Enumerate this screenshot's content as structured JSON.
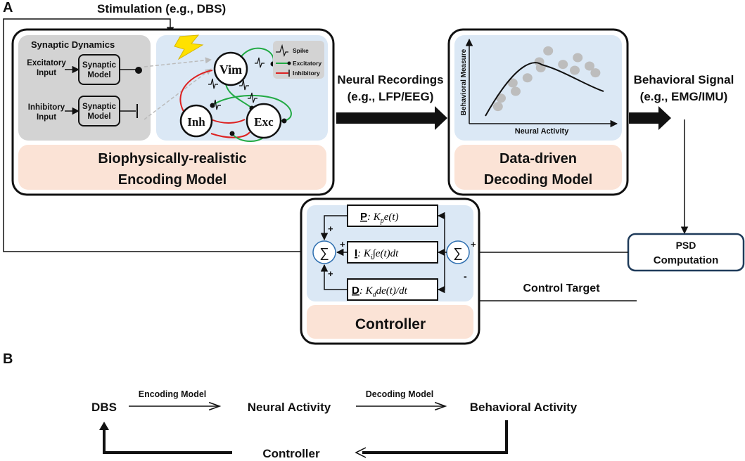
{
  "panel_a": {
    "label": "A",
    "stimulation": "Stimulation (e.g., DBS)",
    "encoding_model": {
      "title_line1": "Biophysically-realistic",
      "title_line2": "Encoding Model",
      "synaptic": {
        "title": "Synaptic Dynamics",
        "excitatory_input": [
          "Excitatory",
          "Input"
        ],
        "inhibitory_input": [
          "Inhibitory",
          "Input"
        ],
        "synaptic_model": [
          "Synaptic",
          "Model"
        ]
      },
      "neurons": {
        "vim": "Vim",
        "inh": "Inh",
        "exc": "Exc"
      },
      "legend": {
        "spike": "Spike",
        "excitatory": "Excitatory",
        "inhibitory": "Inhibitory"
      }
    },
    "neural_recordings": [
      "Neural Recordings",
      "(e.g., LFP/EEG)"
    ],
    "decoding_model": {
      "title_line1": "Data-driven",
      "title_line2": "Decoding Model",
      "y_axis": "Behavioral Measure",
      "x_axis": "Neural Activity",
      "scatter_points": [
        {
          "x": 0.28,
          "y": 0.12
        },
        {
          "x": 0.3,
          "y": 0.22
        },
        {
          "x": 0.38,
          "y": 0.4
        },
        {
          "x": 0.4,
          "y": 0.3
        },
        {
          "x": 0.48,
          "y": 0.46
        },
        {
          "x": 0.56,
          "y": 0.65
        },
        {
          "x": 0.57,
          "y": 0.58
        },
        {
          "x": 0.62,
          "y": 0.78
        },
        {
          "x": 0.72,
          "y": 0.62
        },
        {
          "x": 0.8,
          "y": 0.55
        },
        {
          "x": 0.82,
          "y": 0.7
        },
        {
          "x": 0.9,
          "y": 0.6
        },
        {
          "x": 0.94,
          "y": 0.52
        }
      ]
    },
    "behavioral_signal": [
      "Behavioral Signal",
      "(e.g., EMG/IMU)"
    ],
    "psd": [
      "PSD",
      "Computation"
    ],
    "control_target": "Control Target",
    "controller": {
      "title": "Controller",
      "p_letter": "P",
      "p_expr": ": K",
      "p_sub": "p",
      "p_tail": "e(t)",
      "i_letter": "I",
      "i_expr": ": K",
      "i_sub": "i",
      "i_tail": "∫e(t)dt",
      "d_letter": "D",
      "d_expr": ": K",
      "d_sub": "d",
      "d_tail": "de(t)/dt",
      "sum": "∑",
      "plus": "+",
      "minus": "-"
    }
  },
  "panel_b": {
    "label": "B",
    "dbs": "DBS",
    "encoding_model": "Encoding Model",
    "neural_activity": "Neural Activity",
    "decoding_model": "Decoding Model",
    "behavioral_activity": "Behavioral Activity",
    "controller": "Controller"
  },
  "colors": {
    "blue_panel": "#dbe8f5",
    "gray_panel": "#d3d3d3",
    "peach": "#fbe3d6",
    "excitatory": "#22aa44",
    "inhibitory": "#dd2222",
    "lightning": "#ffe100",
    "scatter": "#bdbdbd",
    "sum_circle": "#2e6fb0",
    "psd_border": "#1f3b5a"
  }
}
